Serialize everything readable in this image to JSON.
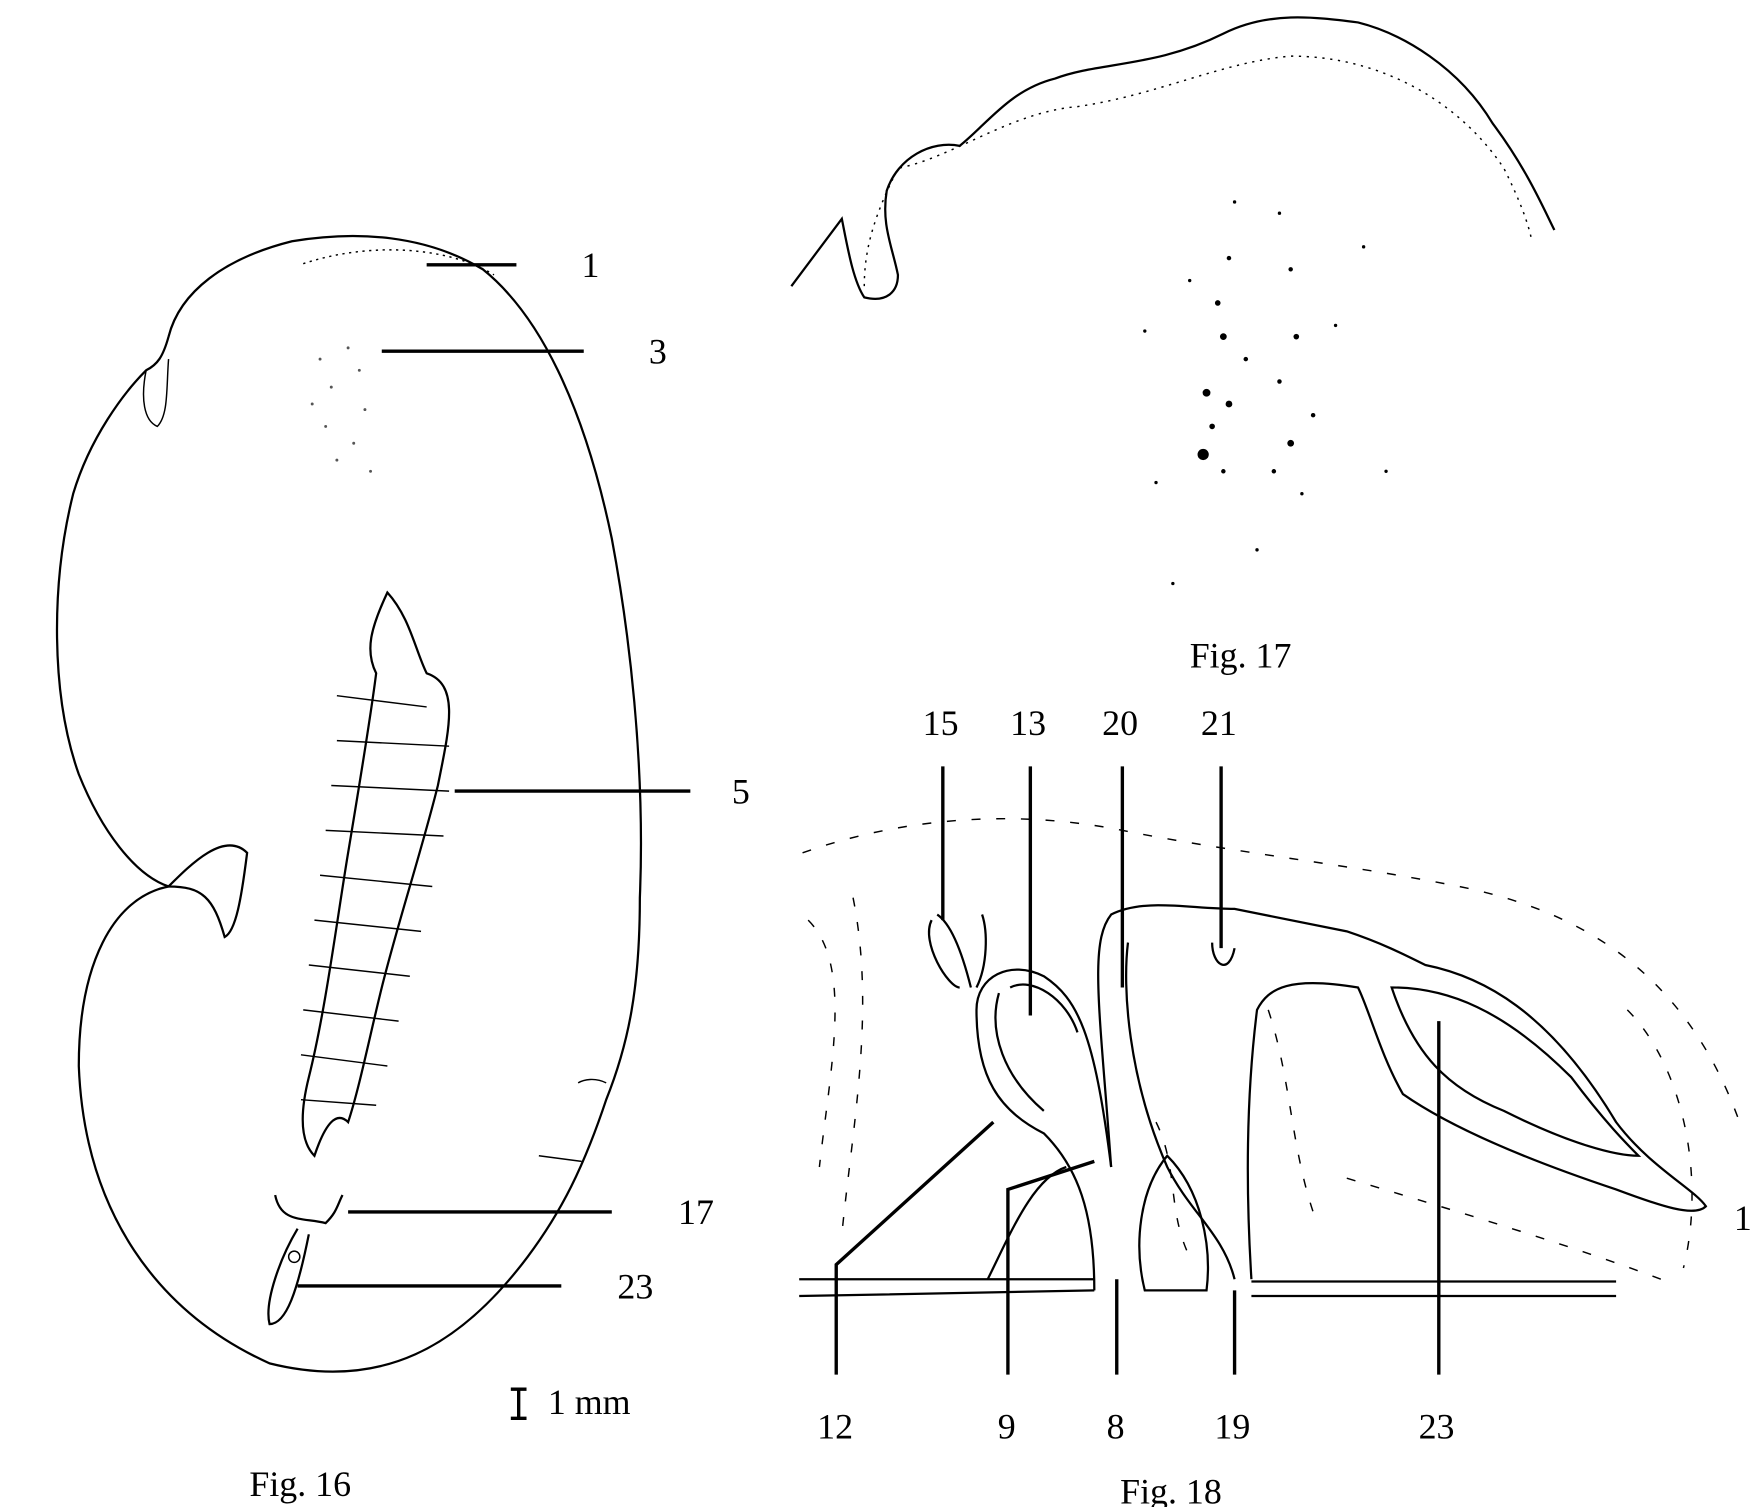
{
  "fig16": {
    "caption": "Fig. 16",
    "labels": [
      "1",
      "3",
      "5",
      "17",
      "23"
    ],
    "scale_bar": "1 mm"
  },
  "fig17": {
    "caption": "Fig. 17"
  },
  "fig18": {
    "caption": "Fig. 18",
    "top_labels": [
      "15",
      "13",
      "20",
      "21"
    ],
    "bottom_labels": [
      "12",
      "9",
      "8",
      "19",
      "23"
    ],
    "edge_label": "1"
  }
}
